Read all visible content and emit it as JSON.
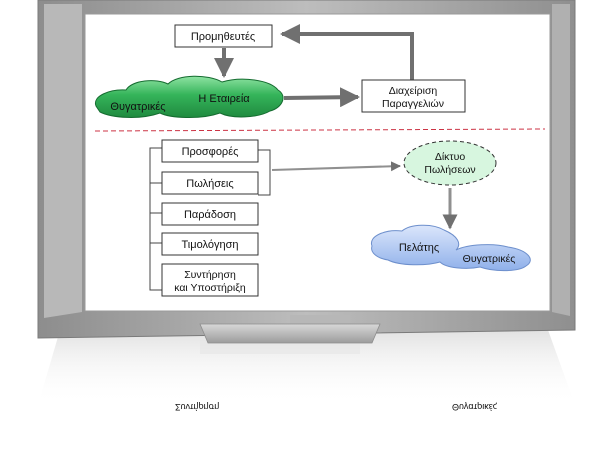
{
  "diagram": {
    "supplier": "Προμηθευτές",
    "company": "Η Εταιρεία",
    "subsidiaries": "Θυγατρικές",
    "order_management": [
      "Διαχείριση",
      "Παραγγελιών"
    ],
    "functions": [
      {
        "lines": [
          "Προσφορές"
        ]
      },
      {
        "lines": [
          "Πωλήσεις"
        ]
      },
      {
        "lines": [
          "Παράδοση"
        ]
      },
      {
        "lines": [
          "Τιμολόγηση"
        ]
      },
      {
        "lines": [
          "Συντήρηση",
          "και Υποστήριξη"
        ]
      }
    ],
    "sales_network": [
      "Δίκτυο",
      "Πωλήσεων"
    ],
    "customer": "Πελάτης",
    "customer_subsidiaries": "Θυγατρικές"
  },
  "colors": {
    "green_cloud": "#2fae55",
    "blue_cloud": "#a9c4f2",
    "network_cloud": "#d7f6df",
    "divider": "#cc3344",
    "arrow": "#707070",
    "bezel": "#a9a9a9"
  }
}
